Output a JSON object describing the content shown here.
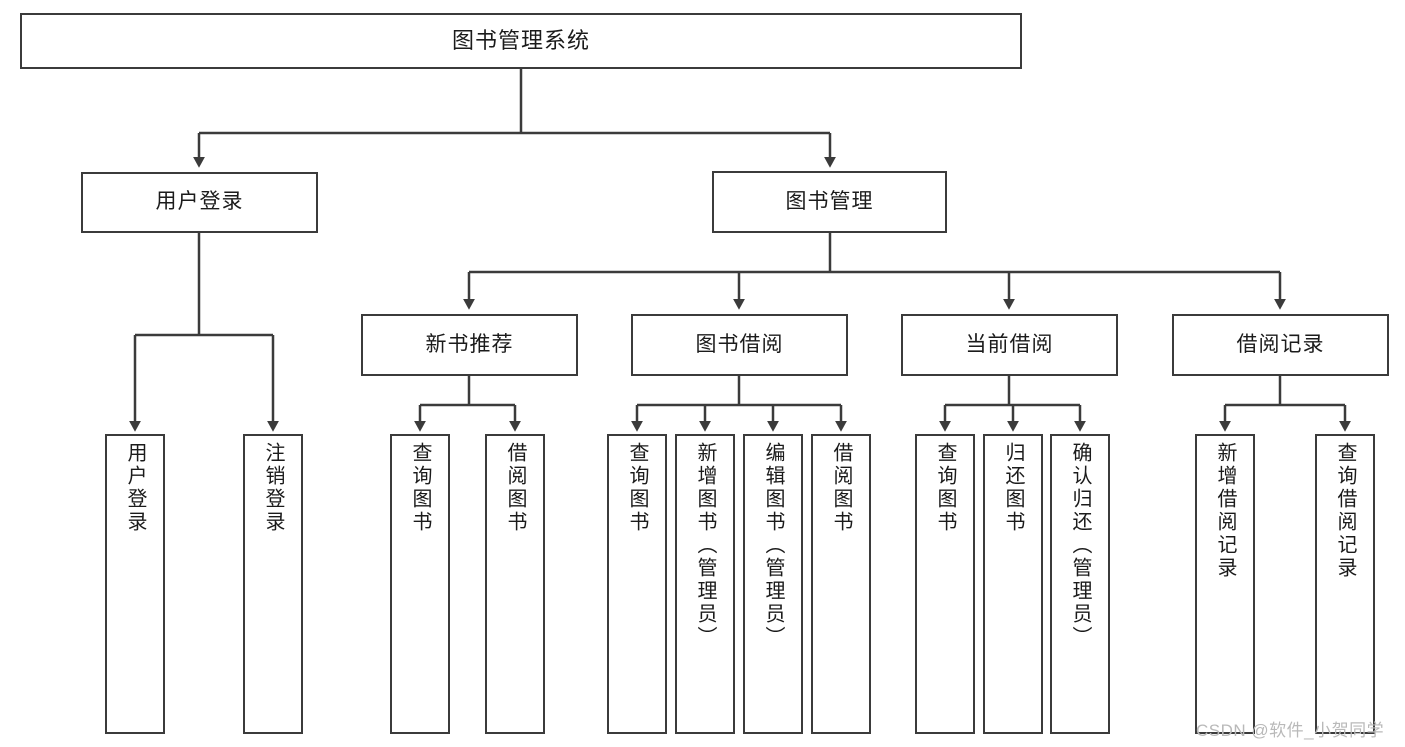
{
  "diagram": {
    "title": "图书管理系统",
    "watermark": "CSDN @软件_小贺同学",
    "style": {
      "box_border_color": "#3b3b3b",
      "box_fill_color": "#ffffff",
      "connector_color": "#3b3b3b",
      "text_color": "#1b1b1b",
      "watermark_color": "#b9b9b9",
      "background": "#ffffff"
    },
    "root": {
      "label": "图书管理系统"
    },
    "level1": [
      {
        "id": "user-login",
        "label": "用户登录"
      },
      {
        "id": "book-management",
        "label": "图书管理"
      }
    ],
    "level2": [
      {
        "id": "new-book-recommend",
        "label": "新书推荐",
        "parent": "book-management"
      },
      {
        "id": "book-borrow",
        "label": "图书借阅",
        "parent": "book-management"
      },
      {
        "id": "current-borrow",
        "label": "当前借阅",
        "parent": "book-management"
      },
      {
        "id": "borrow-record",
        "label": "借阅记录",
        "parent": "book-management"
      }
    ],
    "leaves": {
      "user-login": [
        {
          "id": "leaf-user-login",
          "label": "用户登录"
        },
        {
          "id": "leaf-logout-login",
          "label": "注销登录"
        }
      ],
      "new-book-recommend": [
        {
          "id": "leaf-query-book-1",
          "label": "查询图书"
        },
        {
          "id": "leaf-borrow-book-1",
          "label": "借阅图书"
        }
      ],
      "book-borrow": [
        {
          "id": "leaf-query-book-2",
          "label": "查询图书"
        },
        {
          "id": "leaf-add-book",
          "label": "新增图书（管理员）"
        },
        {
          "id": "leaf-edit-book",
          "label": "编辑图书（管理员）"
        },
        {
          "id": "leaf-borrow-book-2",
          "label": "借阅图书"
        }
      ],
      "current-borrow": [
        {
          "id": "leaf-query-book-3",
          "label": "查询图书"
        },
        {
          "id": "leaf-return-book",
          "label": "归还图书"
        },
        {
          "id": "leaf-confirm-return",
          "label": "确认归还（管理员）"
        }
      ],
      "borrow-record": [
        {
          "id": "leaf-add-record",
          "label": "新增借阅记录"
        },
        {
          "id": "leaf-query-record",
          "label": "查询借阅记录"
        }
      ]
    }
  }
}
